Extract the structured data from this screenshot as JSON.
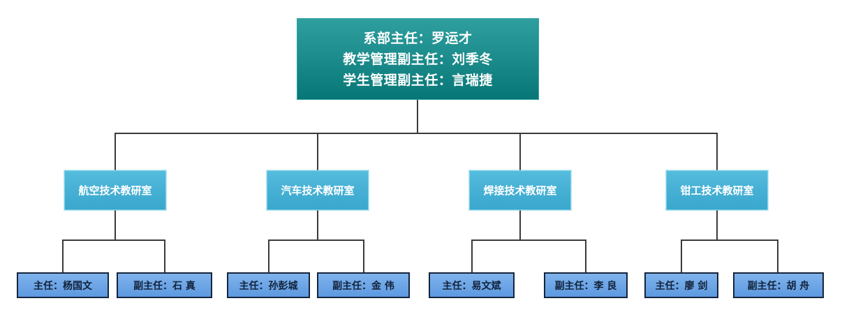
{
  "chart": {
    "kind": "organization-chart",
    "root": {
      "lines": [
        "系部主任：罗运才",
        "教学管理副主任：刘季冬",
        "学生管理副主任：言瑞捷"
      ]
    },
    "departments": [
      {
        "label": "航空技术教研室",
        "people": [
          {
            "label": "主任：杨国文"
          },
          {
            "label": "副主任：石 真"
          }
        ]
      },
      {
        "label": "汽车技术教研室",
        "people": [
          {
            "label": "主任：孙彭城"
          },
          {
            "label": "副主任：金 伟"
          }
        ]
      },
      {
        "label": "焊接技术教研室",
        "people": [
          {
            "label": "主任：易文斌"
          },
          {
            "label": "副主任：李 良"
          }
        ]
      },
      {
        "label": "钳工技术教研室",
        "people": [
          {
            "label": "主任：廖 剑"
          },
          {
            "label": "副主任：胡 舟"
          }
        ]
      }
    ],
    "colors": {
      "root_top": "#2e9e9e",
      "root_bottom": "#077676",
      "dept_top": "#55bcdd",
      "dept_bottom": "#3aa7cd",
      "person_top": "#7fb3ec",
      "person_bottom": "#5d99e0",
      "person_border": "#16243c",
      "connector": "#3a3a3a",
      "background": "#ffffff"
    }
  }
}
